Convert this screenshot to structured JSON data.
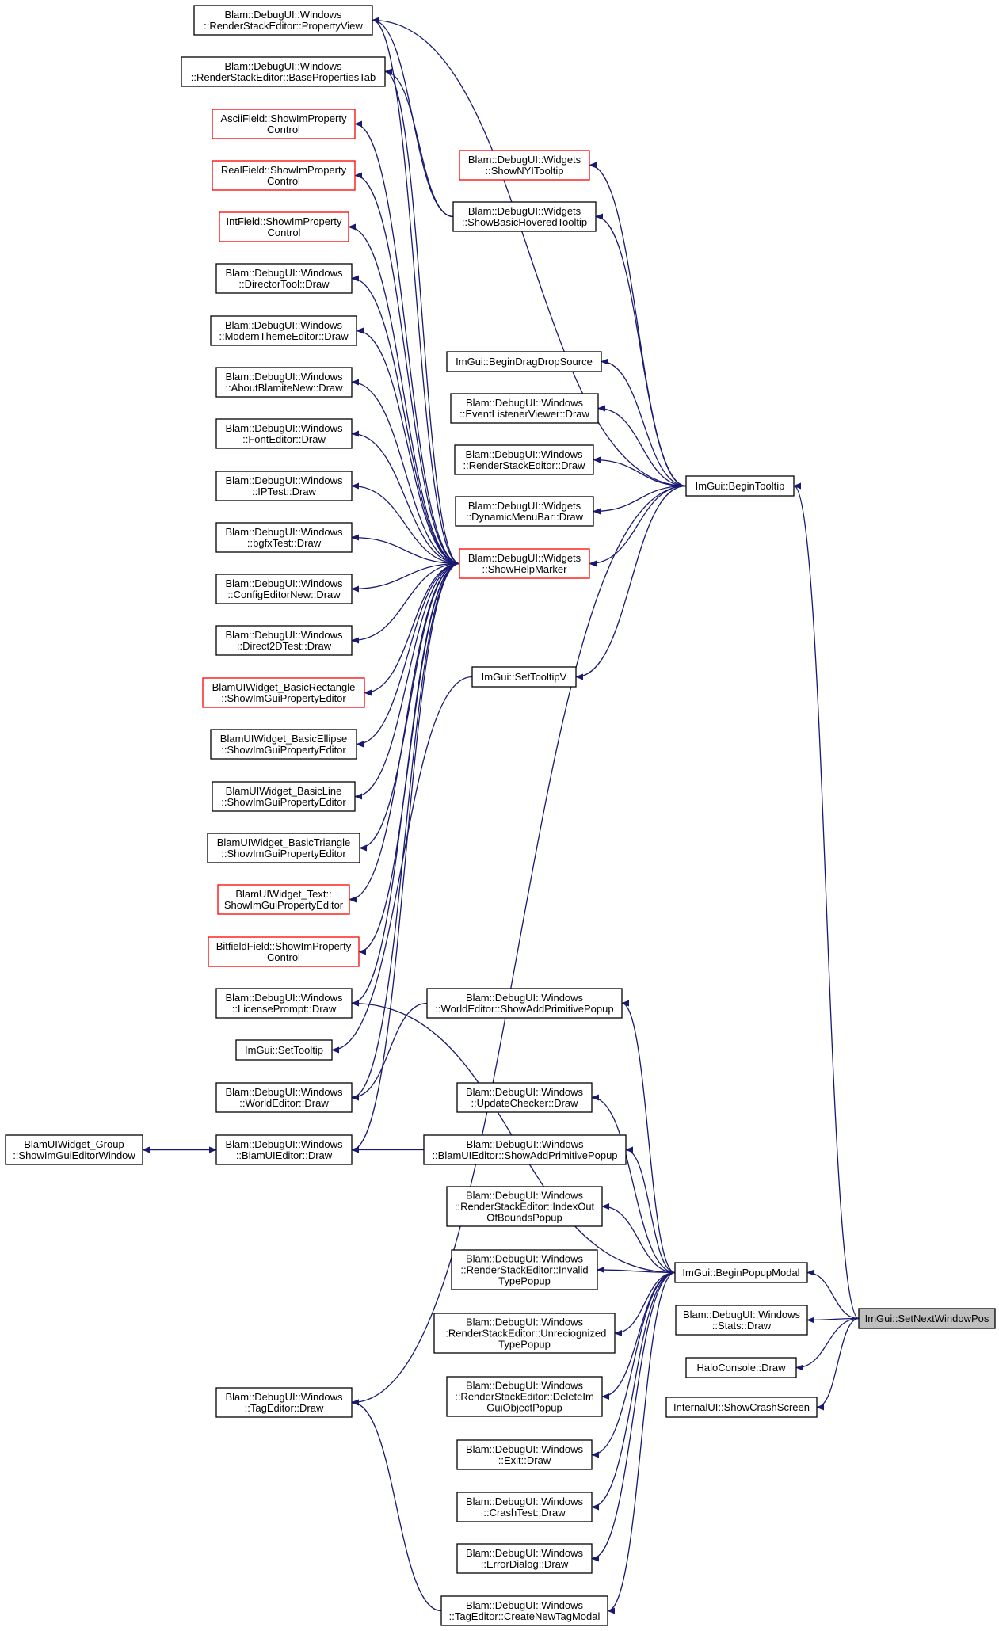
{
  "colors": {
    "edge": "#191970",
    "node_border": "#000000",
    "node_border_incomplete": "#ff0000",
    "highlight_fill": "#bfbfbf",
    "background": "#ffffff"
  },
  "nodes": {
    "propertyview": {
      "lines": [
        "Blam::DebugUI::Windows",
        "::RenderStackEditor::PropertyView"
      ],
      "style": "normal"
    },
    "basepropertiestab": {
      "lines": [
        "Blam::DebugUI::Windows",
        "::RenderStackEditor::BasePropertiesTab"
      ],
      "style": "normal"
    },
    "asciifield": {
      "lines": [
        "AsciiField::ShowImProperty",
        "Control"
      ],
      "style": "red"
    },
    "realfield": {
      "lines": [
        "RealField::ShowImProperty",
        "Control"
      ],
      "style": "red"
    },
    "intfield": {
      "lines": [
        "IntField::ShowImProperty",
        "Control"
      ],
      "style": "red"
    },
    "directortool": {
      "lines": [
        "Blam::DebugUI::Windows",
        "::DirectorTool::Draw"
      ],
      "style": "normal"
    },
    "modernthemeeditor": {
      "lines": [
        "Blam::DebugUI::Windows",
        "::ModernThemeEditor::Draw"
      ],
      "style": "normal"
    },
    "aboutblamitenew": {
      "lines": [
        "Blam::DebugUI::Windows",
        "::AboutBlamiteNew::Draw"
      ],
      "style": "normal"
    },
    "fonteditor": {
      "lines": [
        "Blam::DebugUI::Windows",
        "::FontEditor::Draw"
      ],
      "style": "normal"
    },
    "iptest": {
      "lines": [
        "Blam::DebugUI::Windows",
        "::IPTest::Draw"
      ],
      "style": "normal"
    },
    "bgfxtest": {
      "lines": [
        "Blam::DebugUI::Windows",
        "::bgfxTest::Draw"
      ],
      "style": "normal"
    },
    "configeditornew": {
      "lines": [
        "Blam::DebugUI::Windows",
        "::ConfigEditorNew::Draw"
      ],
      "style": "normal"
    },
    "direct2dtest": {
      "lines": [
        "Blam::DebugUI::Windows",
        "::Direct2DTest::Draw"
      ],
      "style": "normal"
    },
    "basicrectangle": {
      "lines": [
        "BlamUIWidget_BasicRectangle",
        "::ShowImGuiPropertyEditor"
      ],
      "style": "red"
    },
    "basicellipse": {
      "lines": [
        "BlamUIWidget_BasicEllipse",
        "::ShowImGuiPropertyEditor"
      ],
      "style": "normal"
    },
    "basicline": {
      "lines": [
        "BlamUIWidget_BasicLine",
        "::ShowImGuiPropertyEditor"
      ],
      "style": "normal"
    },
    "basictriangle": {
      "lines": [
        "BlamUIWidget_BasicTriangle",
        "::ShowImGuiPropertyEditor"
      ],
      "style": "normal"
    },
    "widgettext": {
      "lines": [
        "BlamUIWidget_Text::",
        "ShowImGuiPropertyEditor"
      ],
      "style": "red"
    },
    "bitfieldfield": {
      "lines": [
        "BitfieldField::ShowImProperty",
        "Control"
      ],
      "style": "red"
    },
    "licenseprompt": {
      "lines": [
        "Blam::DebugUI::Windows",
        "::LicensePrompt::Draw"
      ],
      "style": "normal"
    },
    "settooltip": {
      "lines": [
        "ImGui::SetTooltip"
      ],
      "style": "normal"
    },
    "worldeditordraw": {
      "lines": [
        "Blam::DebugUI::Windows",
        "::WorldEditor::Draw"
      ],
      "style": "normal"
    },
    "blamuieditordraw": {
      "lines": [
        "Blam::DebugUI::Windows",
        "::BlamUIEditor::Draw"
      ],
      "style": "normal"
    },
    "widgetgroup": {
      "lines": [
        "BlamUIWidget_Group",
        "::ShowImGuiEditorWindow"
      ],
      "style": "normal"
    },
    "tageditordraw": {
      "lines": [
        "Blam::DebugUI::Windows",
        "::TagEditor::Draw"
      ],
      "style": "normal"
    },
    "shownyitooltip": {
      "lines": [
        "Blam::DebugUI::Widgets",
        "::ShowNYITooltip"
      ],
      "style": "red"
    },
    "showbasichovered": {
      "lines": [
        "Blam::DebugUI::Widgets",
        "::ShowBasicHoveredTooltip"
      ],
      "style": "normal"
    },
    "begindragdrop": {
      "lines": [
        "ImGui::BeginDragDropSource"
      ],
      "style": "normal"
    },
    "eventlistener": {
      "lines": [
        "Blam::DebugUI::Windows",
        "::EventListenerViewer::Draw"
      ],
      "style": "normal"
    },
    "renderstackdraw": {
      "lines": [
        "Blam::DebugUI::Windows",
        "::RenderStackEditor::Draw"
      ],
      "style": "normal"
    },
    "dynamicmenubar": {
      "lines": [
        "Blam::DebugUI::Widgets",
        "::DynamicMenuBar::Draw"
      ],
      "style": "normal"
    },
    "showhelpmarker": {
      "lines": [
        "Blam::DebugUI::Widgets",
        "::ShowHelpMarker"
      ],
      "style": "red"
    },
    "settooltipv": {
      "lines": [
        "ImGui::SetTooltipV"
      ],
      "style": "normal"
    },
    "worldaddprim": {
      "lines": [
        "Blam::DebugUI::Windows",
        "::WorldEditor::ShowAddPrimitivePopup"
      ],
      "style": "normal"
    },
    "updatechecker": {
      "lines": [
        "Blam::DebugUI::Windows",
        "::UpdateChecker::Draw"
      ],
      "style": "normal"
    },
    "blamuiaddprim": {
      "lines": [
        "Blam::DebugUI::Windows",
        "::BlamUIEditor::ShowAddPrimitivePopup"
      ],
      "style": "normal"
    },
    "indexoutofbounds": {
      "lines": [
        "Blam::DebugUI::Windows",
        "::RenderStackEditor::IndexOut",
        "OfBoundsPopup"
      ],
      "style": "normal"
    },
    "invalidtype": {
      "lines": [
        "Blam::DebugUI::Windows",
        "::RenderStackEditor::Invalid",
        "TypePopup"
      ],
      "style": "normal"
    },
    "unrecognized": {
      "lines": [
        "Blam::DebugUI::Windows",
        "::RenderStackEditor::Unreciognized",
        "TypePopup"
      ],
      "style": "normal"
    },
    "deleteimgui": {
      "lines": [
        "Blam::DebugUI::Windows",
        "::RenderStackEditor::DeleteIm",
        "GuiObjectPopup"
      ],
      "style": "normal"
    },
    "exitdraw": {
      "lines": [
        "Blam::DebugUI::Windows",
        "::Exit::Draw"
      ],
      "style": "normal"
    },
    "crashtest": {
      "lines": [
        "Blam::DebugUI::Windows",
        "::CrashTest::Draw"
      ],
      "style": "normal"
    },
    "errordialog": {
      "lines": [
        "Blam::DebugUI::Windows",
        "::ErrorDialog::Draw"
      ],
      "style": "normal"
    },
    "createnewtag": {
      "lines": [
        "Blam::DebugUI::Windows",
        "::TagEditor::CreateNewTagModal"
      ],
      "style": "normal"
    },
    "begintooltip": {
      "lines": [
        "ImGui::BeginTooltip"
      ],
      "style": "normal"
    },
    "beginpopupmodal": {
      "lines": [
        "ImGui::BeginPopupModal"
      ],
      "style": "normal"
    },
    "statsdraw": {
      "lines": [
        "Blam::DebugUI::Windows",
        "::Stats::Draw"
      ],
      "style": "normal"
    },
    "haloconsole": {
      "lines": [
        "HaloConsole::Draw"
      ],
      "style": "normal"
    },
    "showcrashscreen": {
      "lines": [
        "InternalUI::ShowCrashScreen"
      ],
      "style": "normal"
    },
    "setnextwindowpos": {
      "lines": [
        "ImGui::SetNextWindowPos"
      ],
      "style": "highlight"
    }
  },
  "edges": [
    [
      "setnextwindowpos",
      "begintooltip"
    ],
    [
      "setnextwindowpos",
      "beginpopupmodal"
    ],
    [
      "setnextwindowpos",
      "statsdraw"
    ],
    [
      "setnextwindowpos",
      "haloconsole"
    ],
    [
      "setnextwindowpos",
      "showcrashscreen"
    ],
    [
      "begintooltip",
      "propertyview"
    ],
    [
      "begintooltip",
      "shownyitooltip"
    ],
    [
      "begintooltip",
      "showbasichovered"
    ],
    [
      "begintooltip",
      "begindragdrop"
    ],
    [
      "begintooltip",
      "eventlistener"
    ],
    [
      "begintooltip",
      "renderstackdraw"
    ],
    [
      "begintooltip",
      "dynamicmenubar"
    ],
    [
      "begintooltip",
      "showhelpmarker"
    ],
    [
      "begintooltip",
      "settooltipv"
    ],
    [
      "begintooltip",
      "tageditordraw"
    ],
    [
      "showbasichovered",
      "propertyview"
    ],
    [
      "showbasichovered",
      "basepropertiestab"
    ],
    [
      "settooltipv",
      "settooltip"
    ],
    [
      "showhelpmarker",
      "propertyview"
    ],
    [
      "showhelpmarker",
      "basepropertiestab"
    ],
    [
      "showhelpmarker",
      "asciifield"
    ],
    [
      "showhelpmarker",
      "realfield"
    ],
    [
      "showhelpmarker",
      "intfield"
    ],
    [
      "showhelpmarker",
      "directortool"
    ],
    [
      "showhelpmarker",
      "modernthemeeditor"
    ],
    [
      "showhelpmarker",
      "aboutblamitenew"
    ],
    [
      "showhelpmarker",
      "fonteditor"
    ],
    [
      "showhelpmarker",
      "iptest"
    ],
    [
      "showhelpmarker",
      "bgfxtest"
    ],
    [
      "showhelpmarker",
      "configeditornew"
    ],
    [
      "showhelpmarker",
      "direct2dtest"
    ],
    [
      "showhelpmarker",
      "basicrectangle"
    ],
    [
      "showhelpmarker",
      "basicellipse"
    ],
    [
      "showhelpmarker",
      "basicline"
    ],
    [
      "showhelpmarker",
      "basictriangle"
    ],
    [
      "showhelpmarker",
      "widgettext"
    ],
    [
      "showhelpmarker",
      "bitfieldfield"
    ],
    [
      "showhelpmarker",
      "licenseprompt"
    ],
    [
      "showhelpmarker",
      "worldeditordraw"
    ],
    [
      "showhelpmarker",
      "blamuieditordraw"
    ],
    [
      "beginpopupmodal",
      "licenseprompt"
    ],
    [
      "beginpopupmodal",
      "worldaddprim"
    ],
    [
      "beginpopupmodal",
      "updatechecker"
    ],
    [
      "beginpopupmodal",
      "blamuiaddprim"
    ],
    [
      "beginpopupmodal",
      "indexoutofbounds"
    ],
    [
      "beginpopupmodal",
      "invalidtype"
    ],
    [
      "beginpopupmodal",
      "unrecognized"
    ],
    [
      "beginpopupmodal",
      "deleteimgui"
    ],
    [
      "beginpopupmodal",
      "exitdraw"
    ],
    [
      "beginpopupmodal",
      "crashtest"
    ],
    [
      "beginpopupmodal",
      "errordialog"
    ],
    [
      "beginpopupmodal",
      "createnewtag"
    ],
    [
      "worldaddprim",
      "worldeditordraw"
    ],
    [
      "blamuiaddprim",
      "blamuieditordraw"
    ],
    [
      "blamuieditordraw",
      "widgetgroup"
    ],
    [
      "widgetgroup",
      "blamuieditordraw"
    ],
    [
      "createnewtag",
      "tageditordraw"
    ]
  ]
}
